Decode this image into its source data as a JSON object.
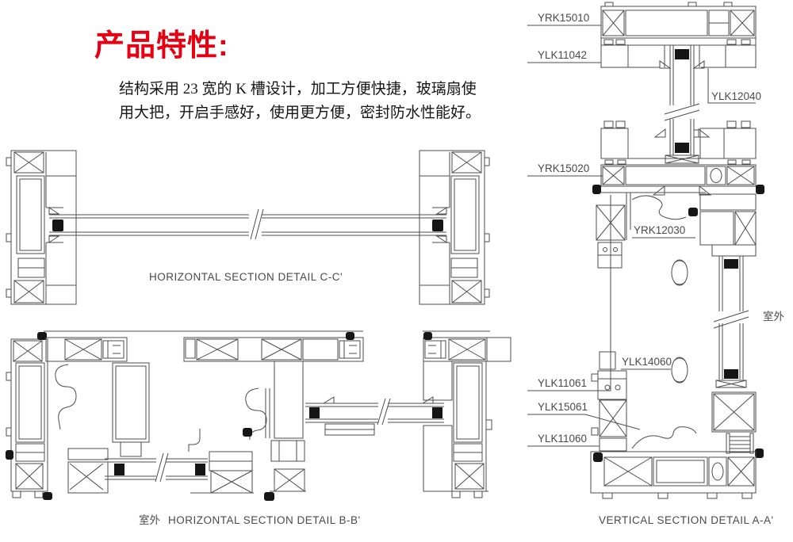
{
  "header": {
    "title": "产品特性:",
    "description": [
      "结构采用 23 宽的 K 槽设计，加工方便快捷，玻璃扇使",
      "用大把，开启手感好，使用更方便，密封防水性能好。"
    ]
  },
  "sections": {
    "cc": {
      "caption": "HORIZONTAL SECTION DETAIL C-C'"
    },
    "bb": {
      "caption": "HORIZONTAL SECTION DETAIL B-B'",
      "outdoor": "室外"
    },
    "aa": {
      "caption": "VERTICAL SECTION DETAIL A-A'",
      "outdoor": "室外",
      "labels": {
        "l1": "YRK15010",
        "l2": "YLK11042",
        "l3": "YLK12040",
        "l4": "YRK15020",
        "l5": "YRK12030",
        "l6": "YLK14060",
        "l7": "YLK11061",
        "l8": "YLK15061",
        "l9": "YLK11060"
      }
    }
  },
  "colors": {
    "accent": "#e60012",
    "line": "#4d4d4d",
    "label_text": "#4a4a4a"
  }
}
